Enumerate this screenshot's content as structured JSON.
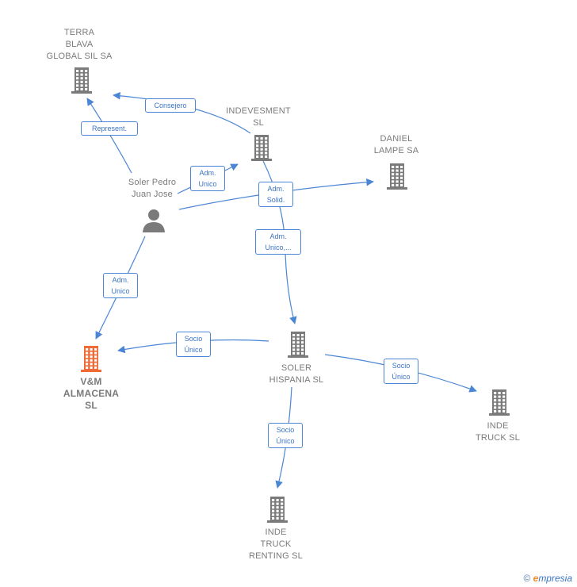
{
  "nodes": {
    "terra_blava": {
      "label": "TERRA\nBLAVA\nGLOBAL SIL SA",
      "type": "company"
    },
    "indevesment": {
      "label": "INDEVESMENT\nSL",
      "type": "company"
    },
    "daniel_lampe": {
      "label": "DANIEL\nLAMPE SA",
      "type": "company"
    },
    "soler_pedro": {
      "label": "Soler Pedro\nJuan Jose",
      "type": "person"
    },
    "vm_almacena": {
      "label": "V&M\nALMACENA\nSL",
      "type": "company",
      "highlight": true
    },
    "soler_hispania": {
      "label": "SOLER\nHISPANIA SL",
      "type": "company"
    },
    "inde_truck": {
      "label": "INDE\nTRUCK SL",
      "type": "company"
    },
    "inde_truck_renting": {
      "label": "INDE\nTRUCK\nRENTING  SL",
      "type": "company"
    }
  },
  "edges": {
    "consejero": "Consejero",
    "represent": "Represent.",
    "adm_unico_indevesment": "Adm.\nUnico",
    "adm_solid": "Adm.\nSolid.",
    "adm_unico_soler": "Adm.\nUnico,...",
    "adm_unico_vm": "Adm.\nUnico",
    "socio_vm": "Socio\nÚnico",
    "socio_truck": "Socio\nÚnico",
    "socio_renting": "Socio\nÚnico"
  },
  "colors": {
    "icon_gray": "#7a7a7a",
    "icon_highlight": "#f06a35",
    "edge_blue": "#4a86d4"
  },
  "icons": {
    "company": "building-icon",
    "person": "person-icon",
    "copyright": "©",
    "brand_initial": "e",
    "brand_rest": "mpresia"
  }
}
